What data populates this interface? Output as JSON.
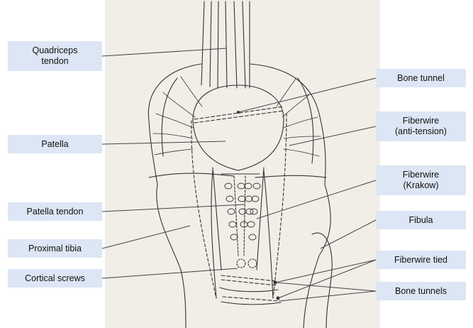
{
  "labels": {
    "quadriceps": [
      "Quadriceps",
      "tendon"
    ],
    "patella": [
      "Patella"
    ],
    "patella_tendon": [
      "Patella tendon"
    ],
    "proximal_tibia": [
      "Proximal tibia"
    ],
    "cortical_screws": [
      "Cortical screws"
    ],
    "bone_tunnel": [
      "Bone tunnel"
    ],
    "fiberwire_anti": [
      "Fiberwire",
      "(anti-tension)"
    ],
    "fiberwire_krakow": [
      "Fiberwire",
      "(Krakow)"
    ],
    "fibula": [
      "Fibula"
    ],
    "fiberwire_tied": [
      "Fiberwire tied"
    ],
    "bone_tunnels": [
      "Bone tunnels"
    ]
  },
  "colors": {
    "label_bg": "#dde6f4",
    "paper": "#f1eee8",
    "ink": "#333333"
  }
}
